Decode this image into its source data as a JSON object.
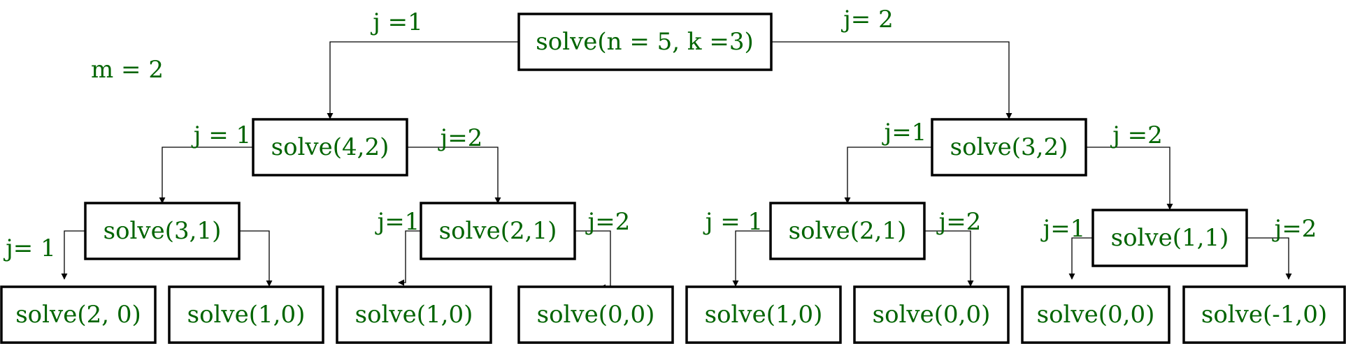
{
  "colors": {
    "text": "#006400",
    "box_border": "#000000",
    "edge": "#000000",
    "background": "#ffffff"
  },
  "note": "m = 2",
  "nodes": {
    "root": "solve(n = 5, k =3)",
    "n42": "solve(4,2)",
    "n32": "solve(3,2)",
    "n31": "solve(3,1)",
    "n21a": "solve(2,1)",
    "n21b": "solve(2,1)",
    "n11": "solve(1,1)",
    "l1": "solve(2, 0)",
    "l2": "solve(1,0)",
    "l3": "solve(1,0)",
    "l4": "solve(0,0)",
    "l5": "solve(1,0)",
    "l6": "solve(0,0)",
    "l7": "solve(0,0)",
    "l8": "solve(-1,0)"
  },
  "edges": {
    "root_to_n42": "j =1",
    "root_to_n32": "j= 2",
    "n42_to_n31": "j = 1",
    "n42_to_n21a": "j=2",
    "n32_to_n21b": "j=1",
    "n32_to_n11": "j =2",
    "n31_to_l1": "j= 1",
    "n21a_to_l3": "j=1",
    "n21a_to_l4": "j=2",
    "n21b_to_l5": "j = 1",
    "n21b_to_l6": "j=2",
    "n11_to_l7": "j=1",
    "n11_to_l8": "j=2"
  }
}
